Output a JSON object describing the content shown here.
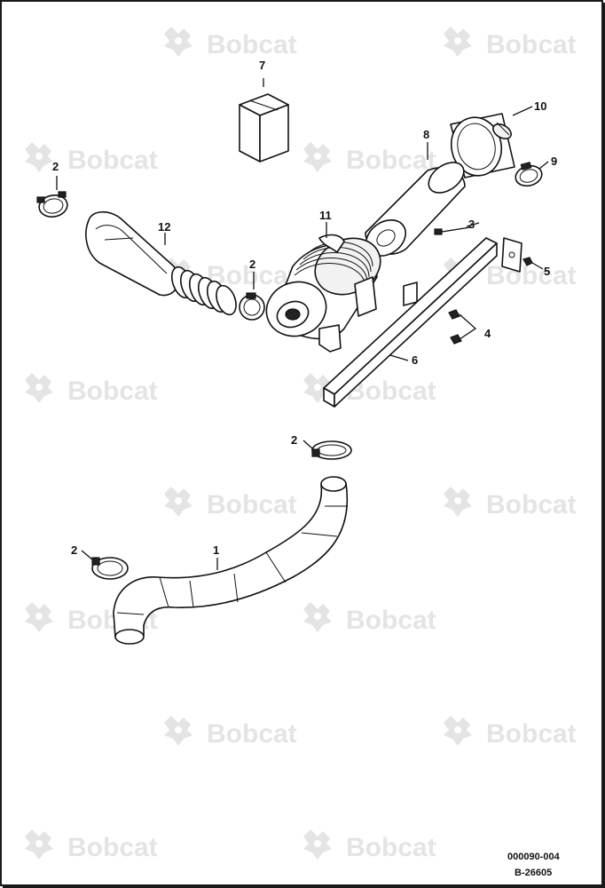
{
  "watermark": {
    "text": "Bobcat"
  },
  "drawing_codes": {
    "primary": "000090-004",
    "secondary": "B-26605"
  },
  "callouts": {
    "c1": "1",
    "c2a": "2",
    "c2b": "2",
    "c2c": "2",
    "c2d": "2",
    "c3": "3",
    "c4": "4",
    "c5": "5",
    "c6": "6",
    "c7": "7",
    "c8": "8",
    "c9": "9",
    "c10": "10",
    "c11": "11",
    "c12": "12"
  },
  "icons": {
    "part_1": "intake-hose-icon",
    "part_2": "hose-clamp-icon",
    "part_3": "bolt-icon",
    "part_4": "nut-icon",
    "part_5": "nut-icon",
    "part_6": "mounting-bracket-icon",
    "part_7": "service-kit-box-icon",
    "part_8": "air-filter-element-icon",
    "part_9": "clamp-icon",
    "part_10": "cover-icon",
    "part_11": "air-cleaner-housing-icon",
    "part_12": "inlet-hose-icon"
  }
}
